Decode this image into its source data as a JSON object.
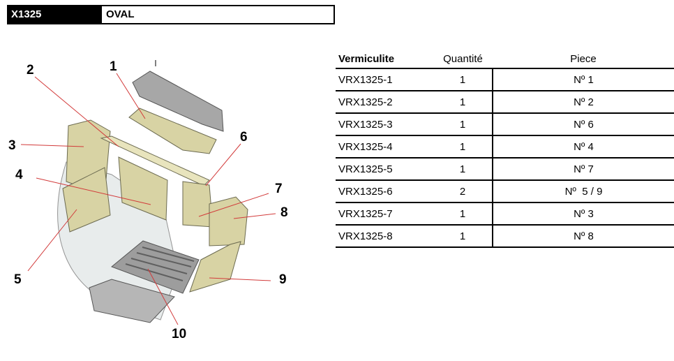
{
  "header": {
    "code": "X1325",
    "name": "OVAL"
  },
  "diagram": {
    "callouts": [
      "1",
      "2",
      "3",
      "4",
      "5",
      "6",
      "7",
      "8",
      "9",
      "10"
    ]
  },
  "table": {
    "headers": [
      "Vermiculite",
      "Quantité",
      "Piece"
    ],
    "rows": [
      [
        "VRX1325-1",
        "1",
        "Nº 1"
      ],
      [
        "VRX1325-2",
        "1",
        "Nº 2"
      ],
      [
        "VRX1325-3",
        "1",
        "Nº 6"
      ],
      [
        "VRX1325-4",
        "1",
        "Nº 4"
      ],
      [
        "VRX1325-5",
        "1",
        "Nº 7"
      ],
      [
        "VRX1325-6",
        "2",
        "Nº  5 / 9"
      ],
      [
        "VRX1325-7",
        "1",
        "Nº 3"
      ],
      [
        "VRX1325-8",
        "1",
        "Nº 8"
      ]
    ]
  },
  "colors": {
    "vermiculite": "#d8d3a4",
    "metal": "#9a9a9a",
    "glass": "#e4e8e8",
    "leader": "#d23a3a"
  }
}
